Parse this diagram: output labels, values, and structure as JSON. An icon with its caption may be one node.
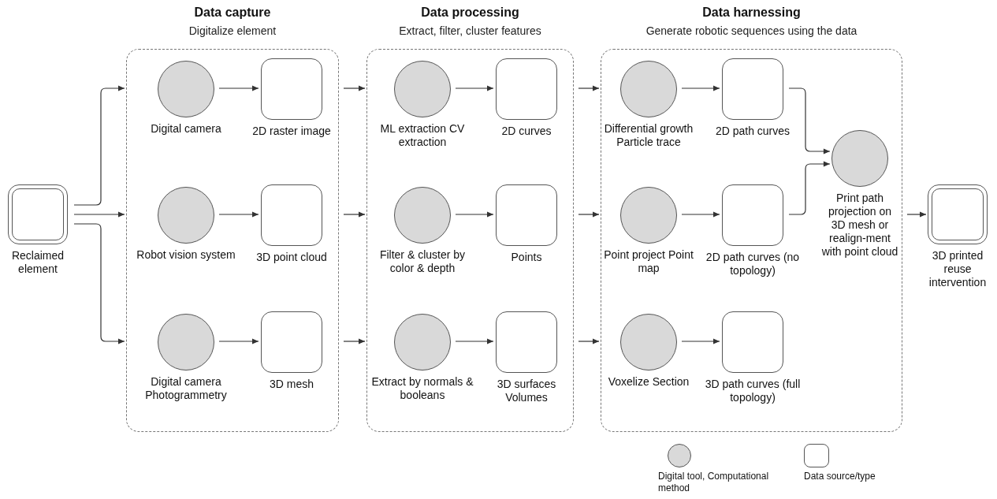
{
  "diagram": {
    "nodes": [
      {
        "text": [
          "Reclaimed element"
        ]
      },
      {
        "text": [
          "Data capture",
          "Digitalize element"
        ]
      },
      {
        "text": [
          "Digital camera"
        ],
        "in": 1
      },
      {
        "text": [
          "2D raster image"
        ],
        "in": 1
      },
      {
        "text": [
          "Robot vision system"
        ],
        "in": 1
      },
      {
        "text": [
          "3D point cloud"
        ],
        "in": 1
      },
      {
        "text": [
          "Digital camera Photogrammetry"
        ],
        "in": 1
      },
      {
        "text": [
          "3D mesh"
        ],
        "in": 1
      },
      {
        "text": [
          "Data processing",
          "Extract, filter, cluster features"
        ]
      },
      {
        "text": [
          "ML extraction CV extraction"
        ],
        "in": 8
      },
      {
        "text": [
          "2D curves"
        ],
        "in": 8
      },
      {
        "text": [
          "Filter & cluster by color & depth"
        ],
        "in": 8
      },
      {
        "text": [
          "Points"
        ],
        "in": 8
      },
      {
        "text": [
          "Extract by normals & booleans"
        ],
        "in": 8
      },
      {
        "text": [
          "3D surfaces Volumes"
        ],
        "in": 8
      },
      {
        "text": [
          "Data harnessing",
          "Generate robotic sequences using the data"
        ]
      },
      {
        "text": [
          "Differential growth Particle trace"
        ],
        "in": 15
      },
      {
        "text": [
          "2D path curves"
        ],
        "in": 15
      },
      {
        "text": [
          "Point project Point map"
        ],
        "in": 15
      },
      {
        "text": [
          "2D path curves (no topology)"
        ],
        "in": 15
      },
      {
        "text": [
          "Voxelize Section"
        ],
        "in": 15
      },
      {
        "text": [
          "3D path curves (full topology)"
        ],
        "in": 15
      },
      {
        "text": [
          "Print path projection on 3D mesh or realign-ment with point cloud"
        ],
        "in": 15
      },
      {
        "text": [
          "3D printed reuse intervention"
        ]
      }
    ],
    "edges": [
      {
        "from": 0,
        "to": 1,
        "arrow": "to"
      },
      {
        "from": 0,
        "to": 1,
        "arrow": "to"
      },
      {
        "from": 0,
        "to": 1,
        "arrow": "to"
      },
      {
        "from": 2,
        "to": 3,
        "arrow": "to"
      },
      {
        "from": 4,
        "to": 5,
        "arrow": "to"
      },
      {
        "from": 6,
        "to": 7,
        "arrow": "to"
      },
      {
        "from": 1,
        "to": 8,
        "arrow": "to"
      },
      {
        "from": 1,
        "to": 8,
        "arrow": "to"
      },
      {
        "from": 1,
        "to": 8,
        "arrow": "to"
      },
      {
        "from": 9,
        "to": 10,
        "arrow": "to"
      },
      {
        "from": 11,
        "to": 12,
        "arrow": "to"
      },
      {
        "from": 13,
        "to": 14,
        "arrow": "to"
      },
      {
        "from": 8,
        "to": 15,
        "arrow": "to"
      },
      {
        "from": 8,
        "to": 15,
        "arrow": "to"
      },
      {
        "from": 8,
        "to": 15,
        "arrow": "to"
      },
      {
        "from": 16,
        "to": 17,
        "arrow": "to"
      },
      {
        "from": 18,
        "to": 19,
        "arrow": "to"
      },
      {
        "from": 20,
        "to": 21,
        "arrow": "to"
      },
      {
        "from": 17,
        "to": 22,
        "arrow": "to"
      },
      {
        "from": 19,
        "to": 22,
        "arrow": "to"
      },
      {
        "from": 15,
        "to": 23,
        "arrow": "to"
      }
    ],
    "legend": [
      {
        "text": "Digital tool, Computational method"
      },
      {
        "text": "Data source/type"
      }
    ]
  }
}
